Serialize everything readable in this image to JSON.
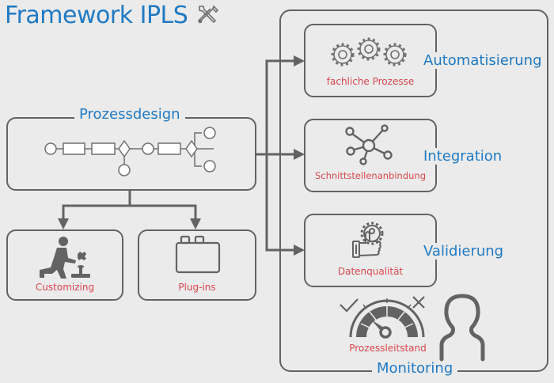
{
  "title": "Framework IPLS",
  "title_icon": "tools-icon",
  "colors": {
    "heading_blue": "#1f7ac4",
    "label_red": "#d9474f",
    "stroke_gray": "#636363",
    "background": "#ebebeb"
  },
  "prozessdesign": {
    "label": "Prozessdesign",
    "icon": "process-flow-icon"
  },
  "bottom_boxes": [
    {
      "label": "Customizing",
      "icon": "kneeling-worker-icon"
    },
    {
      "label": "Plug-ins",
      "icon": "plugin-block-icon"
    }
  ],
  "monitoring": {
    "label": "Monitoring",
    "items": [
      {
        "box_label": "fachliche Prozesse",
        "side_label": "Automatisierung",
        "icon": "gears-icon"
      },
      {
        "box_label": "Schnittstellenanbindung",
        "side_label": "Integration",
        "icon": "network-hub-icon"
      },
      {
        "box_label": "Datenqualität",
        "side_label": "Validierung",
        "icon": "thumbs-up-gear-icon"
      }
    ],
    "dashboard": {
      "label": "Prozessleitstand",
      "icon": "gauge-icon"
    },
    "user_icon": "user-silhouette-icon"
  }
}
